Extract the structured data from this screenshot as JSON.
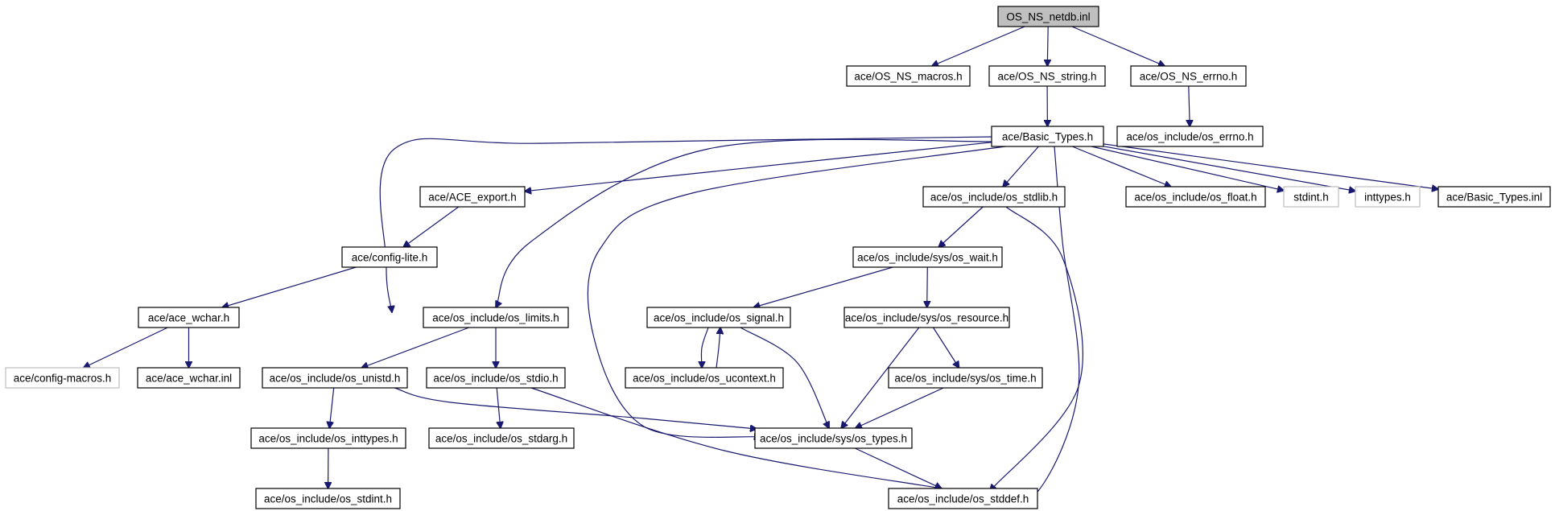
{
  "diagram": {
    "colors": {
      "edge": "#191970",
      "root_fill": "#bfbfbf",
      "missing_border": "#bfbfbf"
    },
    "nodes": [
      {
        "id": "netdb",
        "label": "OS_NS_netdb.inl",
        "style": "root"
      },
      {
        "id": "macros",
        "label": "ace/OS_NS_macros.h"
      },
      {
        "id": "string",
        "label": "ace/OS_NS_string.h"
      },
      {
        "id": "errno",
        "label": "ace/OS_NS_errno.h"
      },
      {
        "id": "os_errno",
        "label": "ace/os_include/os_errno.h"
      },
      {
        "id": "basic",
        "label": "ace/Basic_Types.h"
      },
      {
        "id": "export",
        "label": "ace/ACE_export.h"
      },
      {
        "id": "stdlib",
        "label": "ace/os_include/os_stdlib.h"
      },
      {
        "id": "float",
        "label": "ace/os_include/os_float.h"
      },
      {
        "id": "stdint_sys",
        "label": "stdint.h",
        "style": "missing"
      },
      {
        "id": "inttypes_sys",
        "label": "inttypes.h",
        "style": "missing"
      },
      {
        "id": "basic_inl",
        "label": "ace/Basic_Types.inl"
      },
      {
        "id": "config_lite",
        "label": "ace/config-lite.h"
      },
      {
        "id": "wait",
        "label": "ace/os_include/sys/os_wait.h"
      },
      {
        "id": "wchar",
        "label": "ace/ace_wchar.h"
      },
      {
        "id": "limits",
        "label": "ace/os_include/os_limits.h"
      },
      {
        "id": "signal",
        "label": "ace/os_include/os_signal.h"
      },
      {
        "id": "resource",
        "label": "ace/os_include/sys/os_resource.h"
      },
      {
        "id": "config_macros",
        "label": "ace/config-macros.h",
        "style": "missing"
      },
      {
        "id": "wchar_inl",
        "label": "ace/ace_wchar.inl"
      },
      {
        "id": "unistd",
        "label": "ace/os_include/os_unistd.h"
      },
      {
        "id": "stdio",
        "label": "ace/os_include/os_stdio.h"
      },
      {
        "id": "ucontext",
        "label": "ace/os_include/os_ucontext.h"
      },
      {
        "id": "time",
        "label": "ace/os_include/sys/os_time.h"
      },
      {
        "id": "inttypes",
        "label": "ace/os_include/os_inttypes.h"
      },
      {
        "id": "stdarg",
        "label": "ace/os_include/os_stdarg.h"
      },
      {
        "id": "types",
        "label": "ace/os_include/sys/os_types.h"
      },
      {
        "id": "stdint",
        "label": "ace/os_include/os_stdint.h"
      },
      {
        "id": "stddef",
        "label": "ace/os_include/os_stddef.h"
      }
    ],
    "edges": [
      {
        "from": "netdb",
        "to": "macros"
      },
      {
        "from": "netdb",
        "to": "string"
      },
      {
        "from": "netdb",
        "to": "errno"
      },
      {
        "from": "string",
        "to": "basic"
      },
      {
        "from": "errno",
        "to": "os_errno"
      },
      {
        "from": "basic",
        "to": "export"
      },
      {
        "from": "basic",
        "to": "config_lite"
      },
      {
        "from": "basic",
        "to": "limits"
      },
      {
        "from": "basic",
        "to": "types"
      },
      {
        "from": "basic",
        "to": "stdlib"
      },
      {
        "from": "basic",
        "to": "stddef"
      },
      {
        "from": "basic",
        "to": "float"
      },
      {
        "from": "basic",
        "to": "stdint_sys"
      },
      {
        "from": "basic",
        "to": "inttypes_sys"
      },
      {
        "from": "basic",
        "to": "basic_inl"
      },
      {
        "from": "export",
        "to": "config_lite"
      },
      {
        "from": "config_lite",
        "to": "wchar"
      },
      {
        "from": "wchar",
        "to": "config_macros"
      },
      {
        "from": "wchar",
        "to": "wchar_inl"
      },
      {
        "from": "stdlib",
        "to": "wait"
      },
      {
        "from": "stdlib",
        "to": "stddef"
      },
      {
        "from": "wait",
        "to": "signal"
      },
      {
        "from": "wait",
        "to": "resource"
      },
      {
        "from": "limits",
        "to": "unistd"
      },
      {
        "from": "limits",
        "to": "stdio"
      },
      {
        "from": "signal",
        "to": "ucontext"
      },
      {
        "from": "ucontext",
        "to": "signal"
      },
      {
        "from": "signal",
        "to": "types"
      },
      {
        "from": "resource",
        "to": "time"
      },
      {
        "from": "resource",
        "to": "types"
      },
      {
        "from": "time",
        "to": "types"
      },
      {
        "from": "unistd",
        "to": "inttypes"
      },
      {
        "from": "unistd",
        "to": "types"
      },
      {
        "from": "stdio",
        "to": "stdarg"
      },
      {
        "from": "stdio",
        "to": "stddef"
      },
      {
        "from": "inttypes",
        "to": "stdint"
      },
      {
        "from": "types",
        "to": "stddef"
      }
    ]
  }
}
